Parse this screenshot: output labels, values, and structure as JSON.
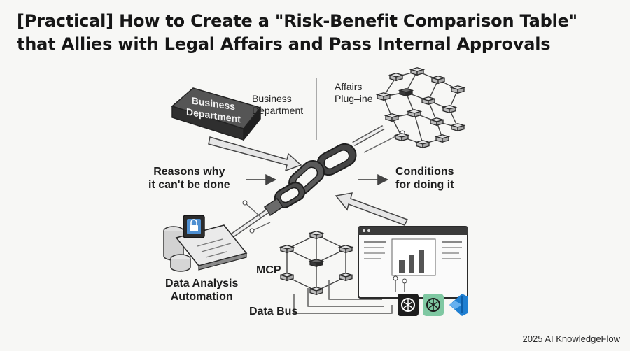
{
  "title": {
    "line1": "[Practical] How to Create a \"Risk-Benefit Comparison Table\"",
    "line2": "that Allies with Legal Affairs and Pass Internal Approvals"
  },
  "labels": {
    "business_box": "Business\nDepartment",
    "business_caption": "Business\nDepartment",
    "affairs_plugin": "Affairs\nPlug–ine",
    "reasons": "Reasons why\nit can't be done",
    "conditions": "Conditions\nfor doing it",
    "data_analysis": "Data Analysis\nAutomation",
    "mcp": "MCP",
    "data_bus": "Data Bus"
  },
  "footer": "2025 AI KnowledgeFlow",
  "icons": [
    "openai-icon",
    "chatgpt-icon",
    "vscode-icon",
    "lock-icon",
    "document-icon",
    "database-icon",
    "chain-link-icon",
    "network-cube-icon",
    "dashboard-icon"
  ],
  "colors": {
    "dark_box": "#3a3a3a",
    "line": "#555555",
    "cube_fill": "#d9d9d9",
    "chatgpt_green": "#7fc8a2",
    "vscode_blue": "#1f7fd1"
  }
}
